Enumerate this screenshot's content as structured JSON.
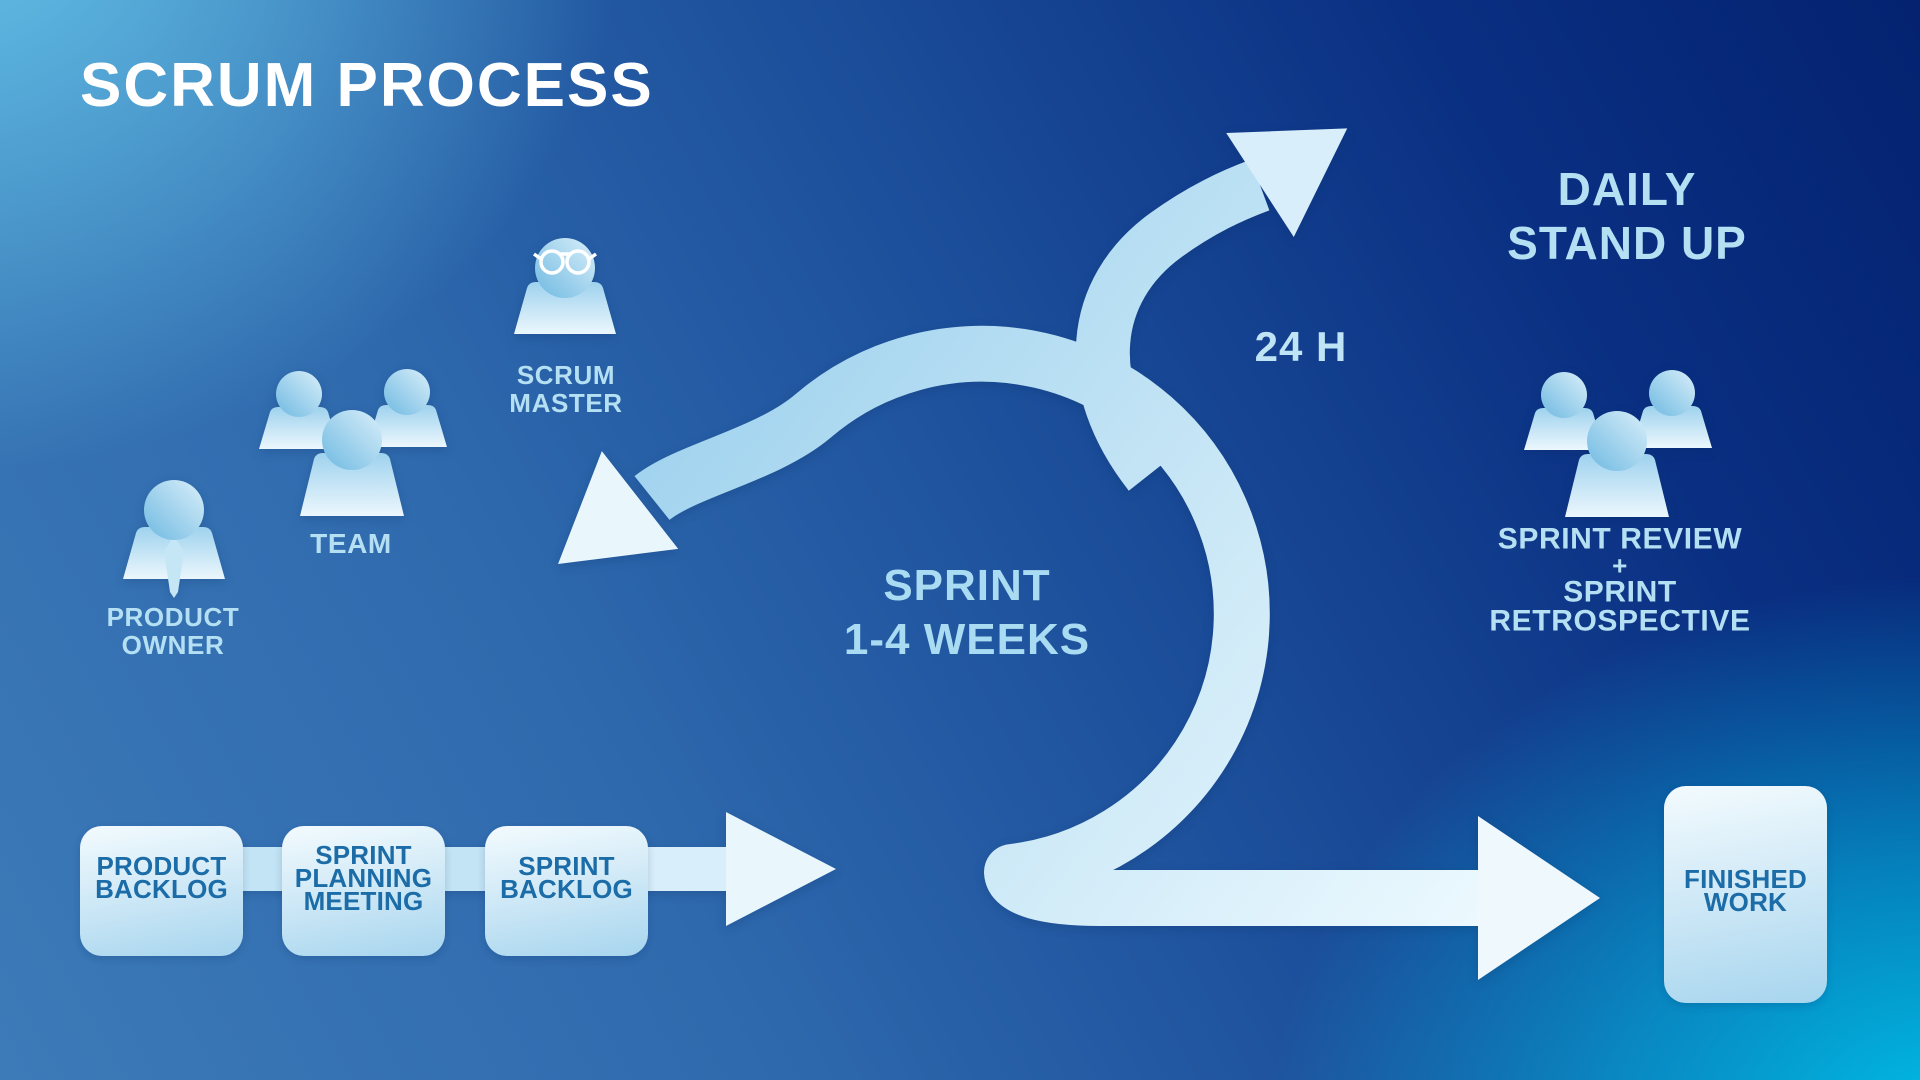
{
  "title": "SCRUM PROCESS",
  "roles": {
    "scrum_master": {
      "label": "SCRUM\nMASTER"
    },
    "team": {
      "label": "TEAM"
    },
    "product_owner": {
      "label": "PRODUCT\nOWNER"
    }
  },
  "loop": {
    "label": "SPRINT\n1-4 WEEKS",
    "interval": "24 H",
    "daily_standup": "DAILY STAND UP"
  },
  "review": {
    "line1": "SPRINT REVIEW",
    "plus": "+",
    "line2": "SPRINT RETROSPECTIVE"
  },
  "flow": {
    "boxes": [
      {
        "label": "PRODUCT\nBACKLOG"
      },
      {
        "label": "SPRINT\nPLANNING\nMEETING"
      },
      {
        "label": "SPRINT\nBACKLOG"
      }
    ],
    "finished": {
      "label": "FINISHED\nWORK"
    }
  },
  "colors": {
    "background_sky": "#64c3e8",
    "background_navy": "#042270",
    "background_cyan": "#00c2ea",
    "label_light_blue": "#b5e0f3",
    "box_text_blue": "#1b6ca7",
    "band_light": "#c2e4f4",
    "arrow_white": "#e9f7fd"
  },
  "icons": [
    "product-owner-icon",
    "team-icon",
    "scrum-master-icon",
    "review-team-icon"
  ]
}
